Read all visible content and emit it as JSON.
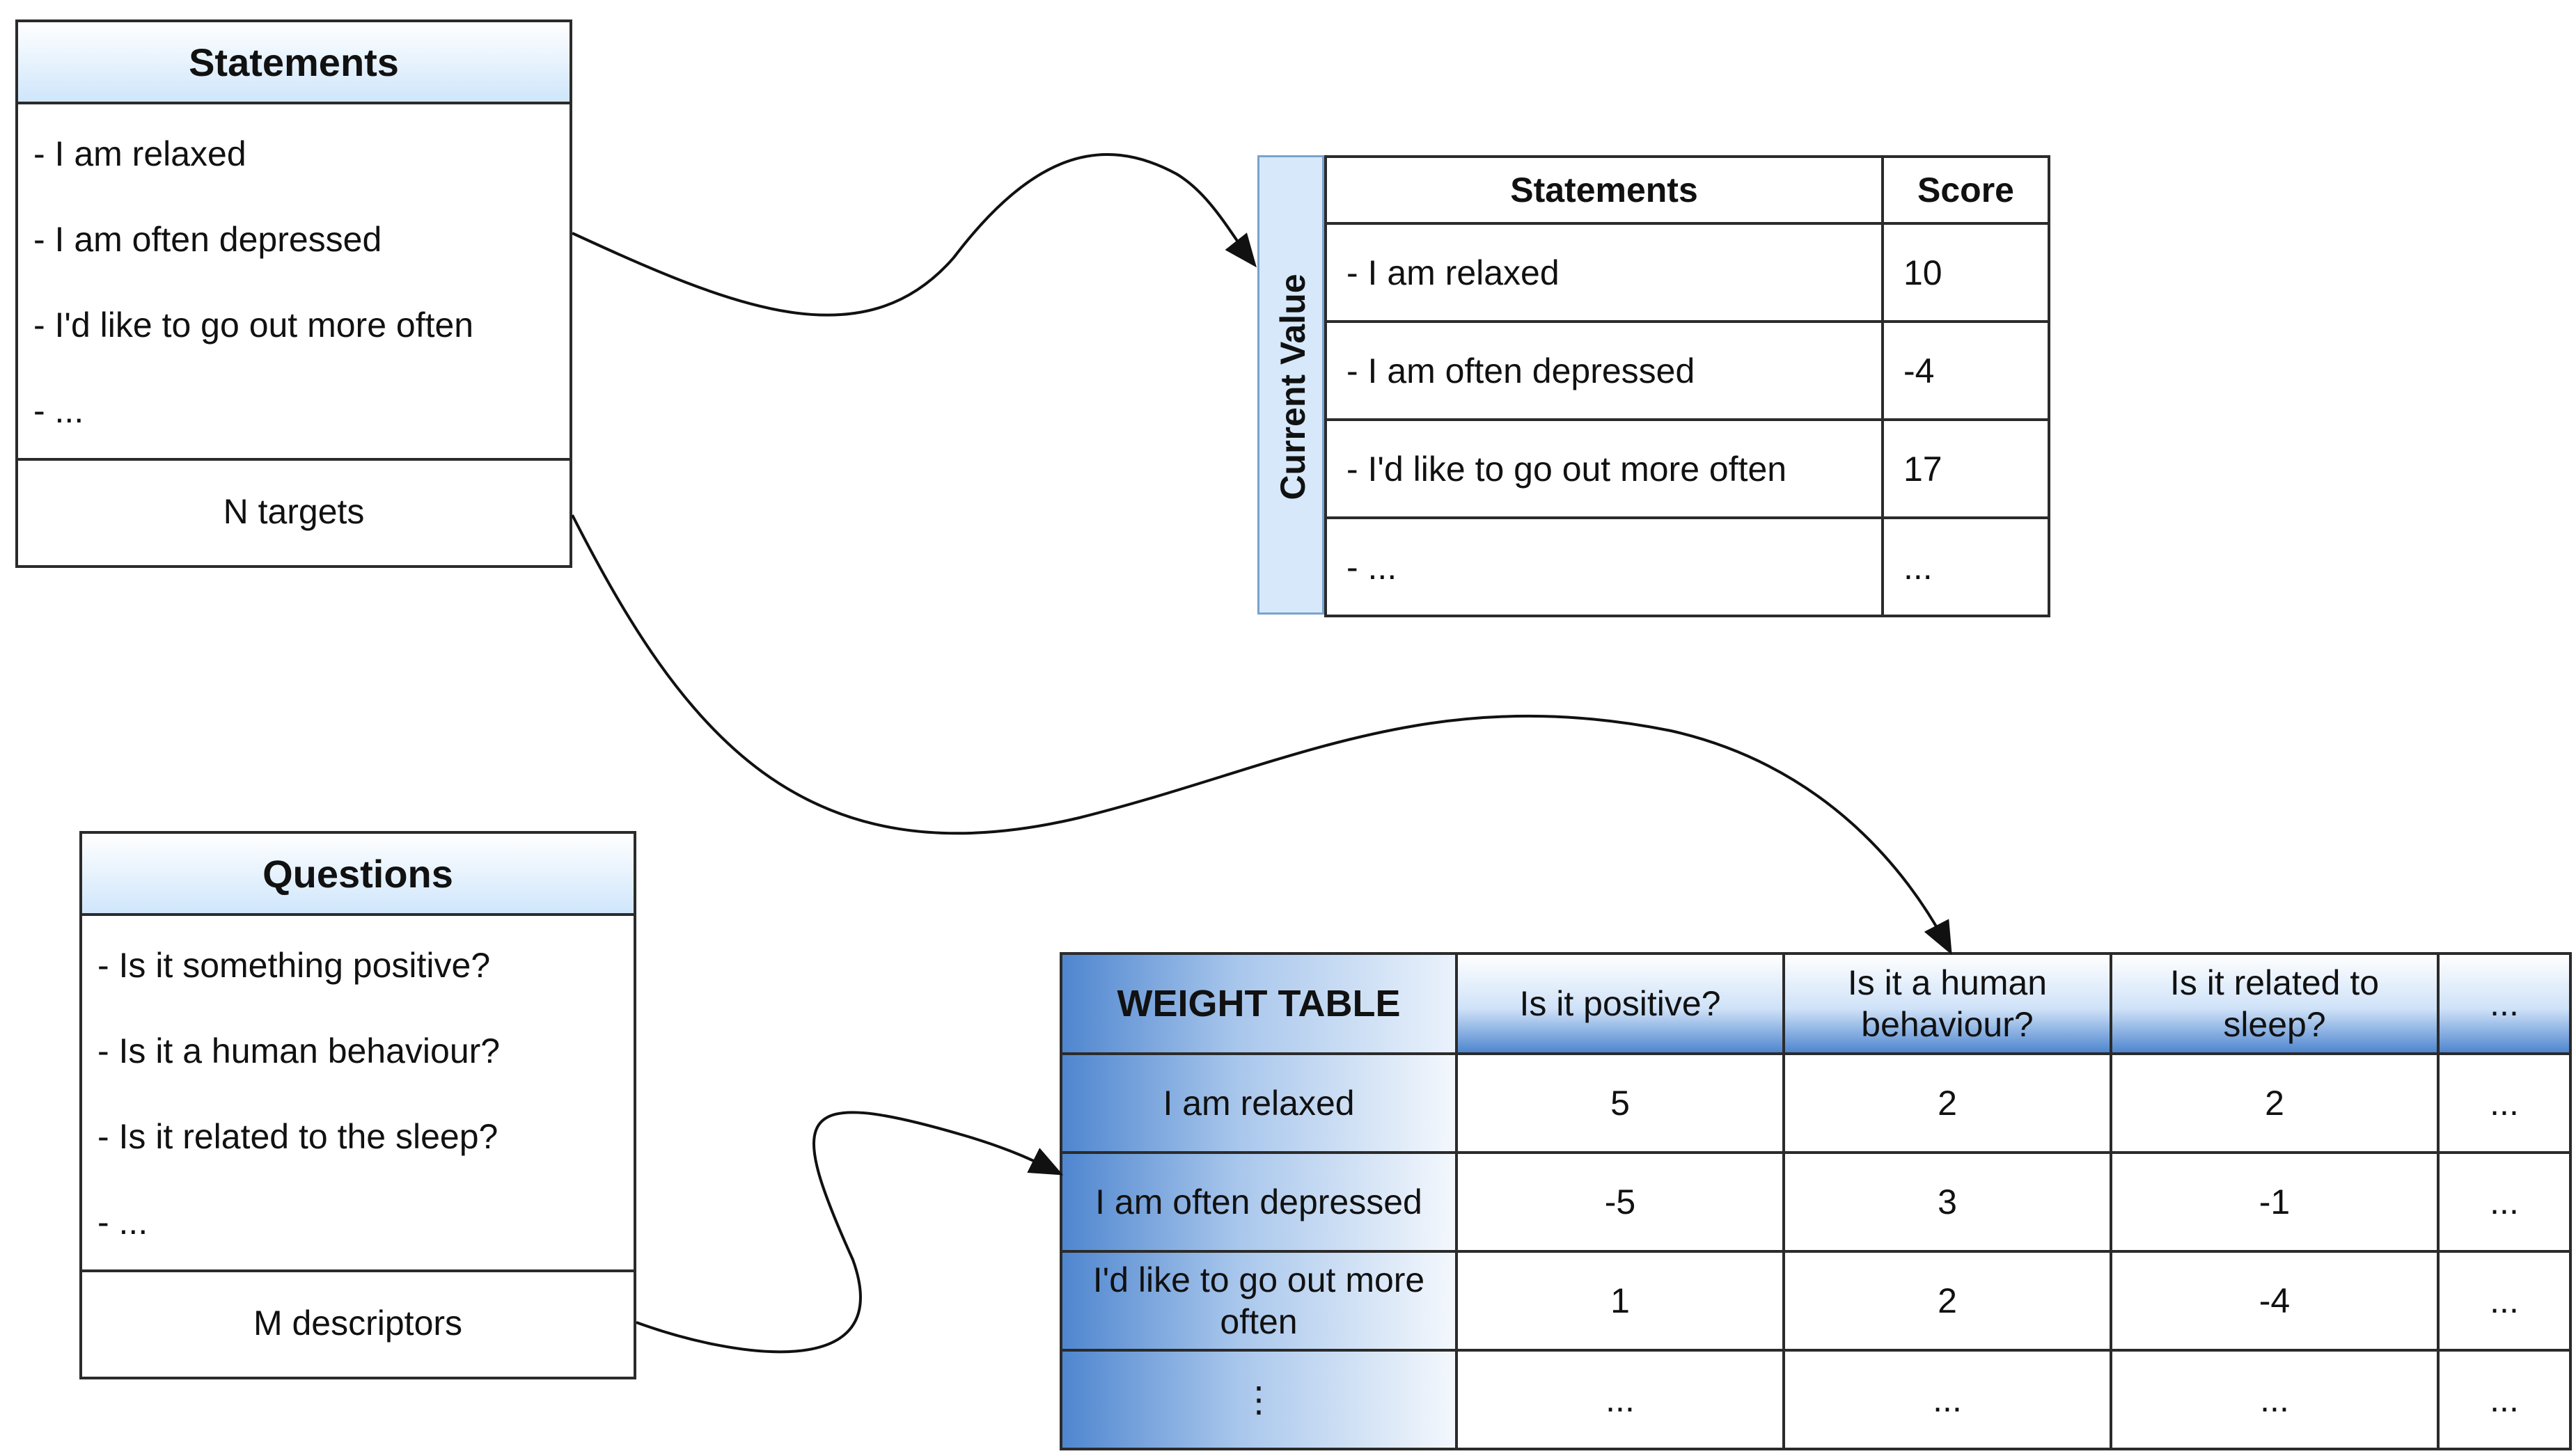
{
  "statements_box": {
    "title": "Statements",
    "items": [
      "- I am relaxed",
      "- I am often depressed",
      "- I'd like to go out more often",
      "- ..."
    ],
    "footer": "N targets"
  },
  "questions_box": {
    "title": "Questions",
    "items": [
      "- Is it something positive?",
      "- Is it a human behaviour?",
      "- Is it related to the sleep?",
      "- ..."
    ],
    "footer": "M descriptors"
  },
  "current_value": {
    "label": "Current Value",
    "headers": [
      "Statements",
      "Score"
    ],
    "rows": [
      {
        "statement": "- I am relaxed",
        "score": "10"
      },
      {
        "statement": "- I am often depressed",
        "score": "-4"
      },
      {
        "statement": "- I'd like to go out more often",
        "score": "17"
      },
      {
        "statement": "- ...",
        "score": "..."
      }
    ]
  },
  "weight_table": {
    "title": "WEIGHT TABLE",
    "columns": [
      "Is it positive?",
      "Is it a human behaviour?",
      "Is it related to sleep?",
      "..."
    ],
    "rows": [
      {
        "label": "I am relaxed",
        "values": [
          "5",
          "2",
          "2",
          "..."
        ]
      },
      {
        "label": "I am often depressed",
        "values": [
          "-5",
          "3",
          "-1",
          "..."
        ]
      },
      {
        "label": "I'd like to go out more often",
        "values": [
          "1",
          "2",
          "-4",
          "..."
        ]
      },
      {
        "label": "⋮",
        "values": [
          "...",
          "...",
          "...",
          "..."
        ]
      }
    ]
  },
  "colors": {
    "header_blue": "#cfe6fb",
    "band_blue": "#d6e8fa",
    "gradient_blue": "#4f86cf",
    "border": "#2b2b2b"
  }
}
